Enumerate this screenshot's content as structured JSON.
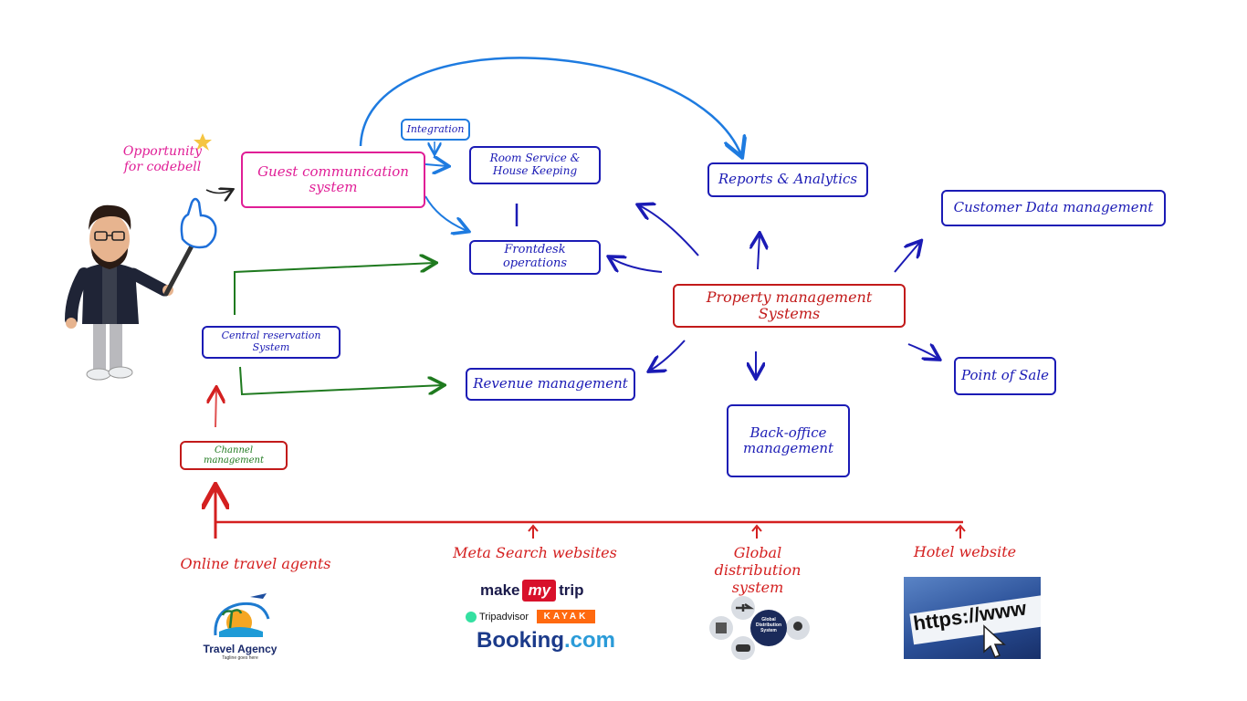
{
  "diagram": {
    "nodes": {
      "guest_comm": "Guest communication system",
      "integration": "Integration",
      "room_service": "Room Service & House Keeping",
      "front_desk": "Frontdesk operations",
      "reports": "Reports & Analytics",
      "customer_data": "Customer Data management",
      "pms": "Property management Systems",
      "crs": "Central reservation System",
      "revenue": "Revenue management",
      "back_office": "Back-office management",
      "pos": "Point of Sale",
      "channel": "Channel management"
    },
    "opportunity": "Opportunity for codebell",
    "sources": {
      "ota": "Online travel agents",
      "meta": "Meta Search websites",
      "gds": "Global distribution system",
      "hotel": "Hotel website"
    },
    "logos": {
      "travel_agency_name": "Travel Agency",
      "travel_agency_tagline": "Tagline goes here",
      "make": "make",
      "my": "my",
      "trip": "trip",
      "tripadvisor": "Tripadvisor",
      "kayak": "KAYAK",
      "booking": "Booking",
      "booking_com": ".com",
      "gds_center": "Global Distribution System",
      "https": "https://www"
    }
  },
  "colors": {
    "blue": "#1b1bb5",
    "red": "#c21a1a",
    "pink": "#e01e96",
    "green": "#1f7a1f",
    "arrow_blue": "#1e7be0"
  }
}
